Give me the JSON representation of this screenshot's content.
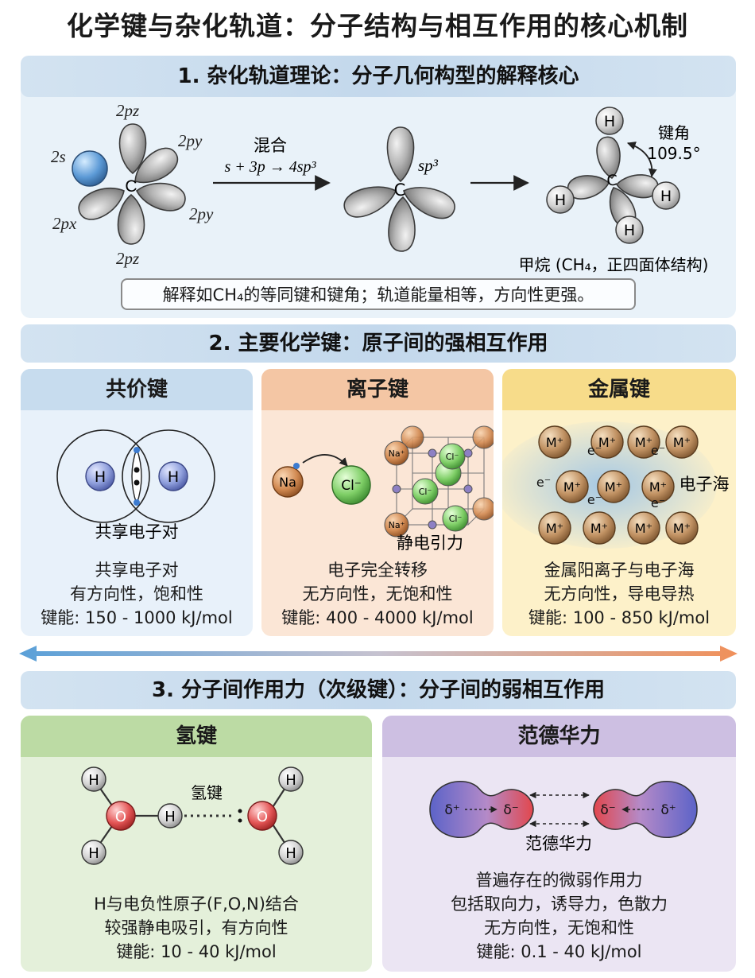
{
  "title": "化学键与杂化轨道：分子结构与相互作用的核心机制",
  "section1": {
    "heading": "1. 杂化轨道理论：分子几何构型的解释核心",
    "orbitals": {
      "s": "2s",
      "pz_top": "2pz",
      "py_right_top": "2py",
      "py_right": "2py",
      "px": "2px",
      "pz_bottom": "2pz"
    },
    "carbon": "C",
    "mix_label": "混合",
    "equation": "s + 3p → 4sp³",
    "sp3_label": "sp³",
    "bond_angle_label": "键角",
    "bond_angle_value": "109.5°",
    "hydrogen": "H",
    "methane_caption": "甲烷 (CH₄，正四面体结构)",
    "note": "解释如CH₄的等同键和键角；轨道能量相等，方向性更强。"
  },
  "section2": {
    "heading": "2. 主要化学键：原子间的强相互作用",
    "covalent": {
      "title": "共价键",
      "atom_label": "H",
      "diagram_label": "共享电子对",
      "desc": [
        "共享电子对",
        "有方向性，饱和性",
        "键能: 150 - 1000 kJ/mol"
      ]
    },
    "ionic": {
      "title": "离子键",
      "na": "Na",
      "cl": "Cl⁻",
      "lattice_na": "Na⁺",
      "lattice_cl": "Cl⁻",
      "diagram_label": "静电引力",
      "desc": [
        "电子完全转移",
        "无方向性，无饱和性",
        "键能: 400 - 4000 kJ/mol"
      ]
    },
    "metallic": {
      "title": "金属键",
      "ion": "M⁺",
      "electron": "e⁻",
      "sea_label": "电子海",
      "desc": [
        "金属阳离子与电子海",
        "无方向性，导电导热",
        "键能: 100 - 850 kJ/mol"
      ]
    }
  },
  "section3": {
    "heading": "3. 分子间作用力（次级键）：分子间的弱相互作用",
    "hbond": {
      "title": "氢键",
      "o": "O",
      "h": "H",
      "bond_label": "氢键",
      "desc": [
        "H与电负性原子(F,O,N)结合",
        "较强静电吸引，有方向性",
        "键能: 10 - 40 kJ/mol"
      ]
    },
    "vdw": {
      "title": "范德华力",
      "delta_plus": "δ⁺",
      "delta_minus": "δ⁻",
      "diagram_label": "范德华力",
      "desc": [
        "普遍存在的微弱作用力",
        "包括取向力，诱导力，色散力",
        "无方向性，无饱和性",
        "键能: 0.1 - 40 kJ/mol"
      ]
    }
  },
  "colors": {
    "band": "#c9dcee",
    "covalent_bg": "#e8f1fa",
    "ionic_bg": "#fbe6d6",
    "metallic_bg": "#fdf1c9",
    "hbond_bg": "#e4f0da",
    "vdw_bg": "#ebe5f3",
    "arrow_left": "#5aa0d8",
    "arrow_right": "#f0905a"
  }
}
